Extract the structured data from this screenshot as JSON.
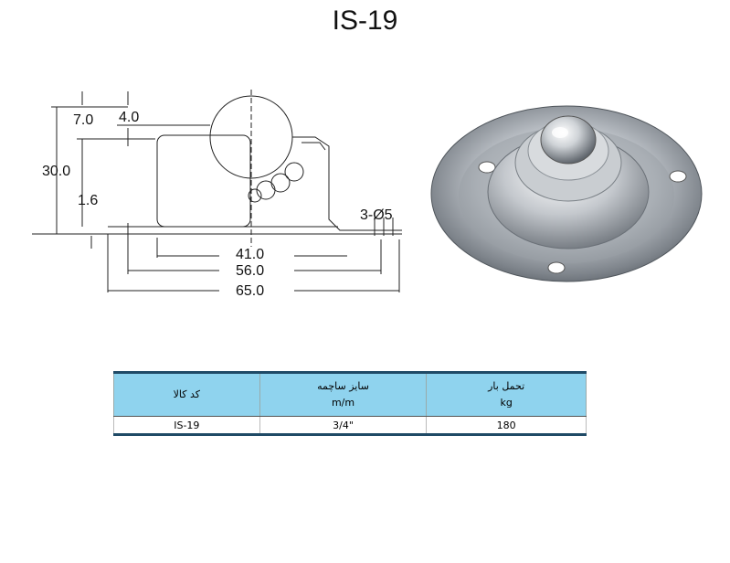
{
  "title": "IS-19",
  "drawing": {
    "dimensions": {
      "d_7_0": "7.0",
      "d_4_0": "4.0",
      "d_30_0": "30.0",
      "d_1_6": "1.6",
      "d_holes": "3-Ø5",
      "d_41_0": "41.0",
      "d_56_0": "56.0",
      "d_65_0": "65.0"
    }
  },
  "table": {
    "headers": {
      "code": "کد کالا",
      "size_line1": "سایز ساچمه",
      "size_line2": "m/m",
      "load_line1": "تحمل بار",
      "load_line2": "kg"
    },
    "rows": [
      {
        "code": "IS-19",
        "size": "3/4\"",
        "load": "180"
      }
    ]
  }
}
